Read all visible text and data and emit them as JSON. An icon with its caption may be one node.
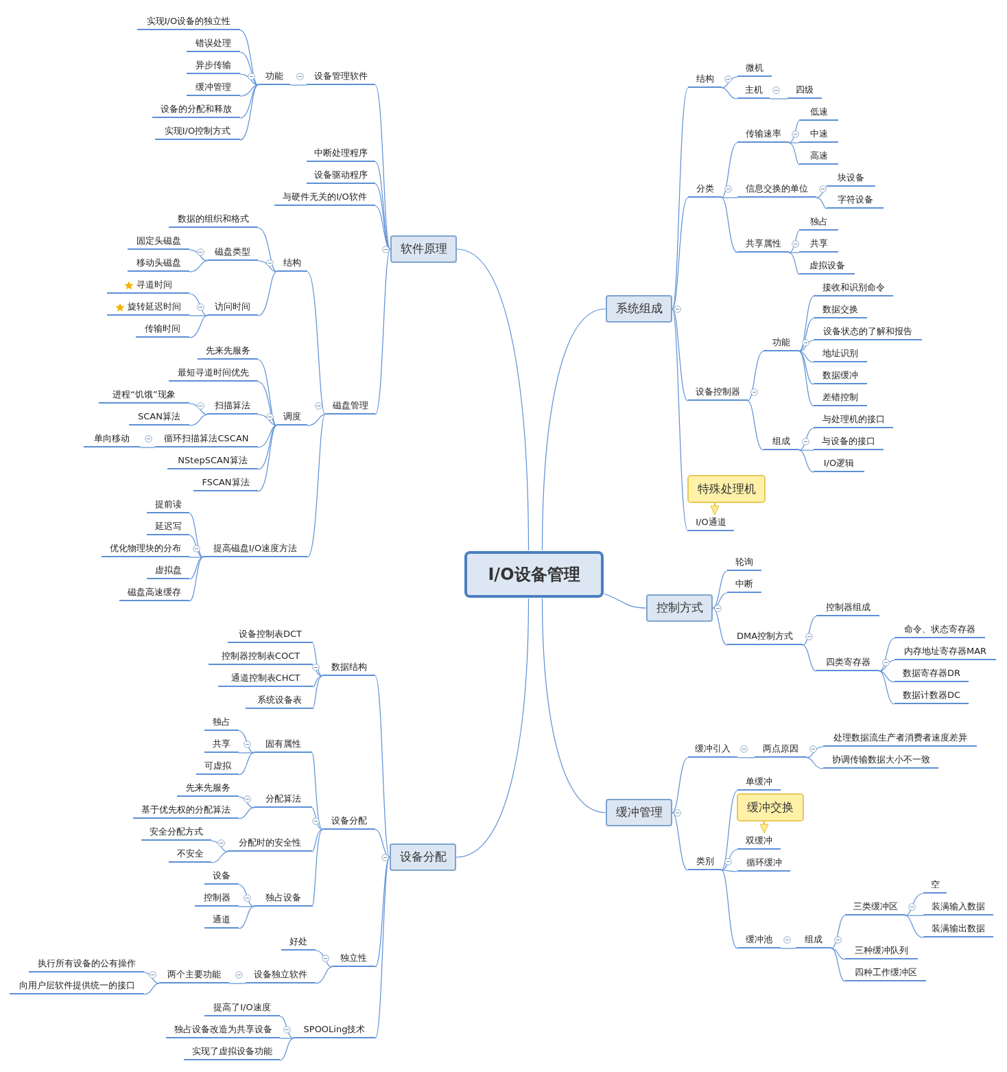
{
  "diagram": {
    "nodes": [
      {
        "text": [
          "I/O设备管理"
        ]
      },
      {
        "text": [
          "软件原理"
        ]
      },
      {
        "text": [
          "设备管理软件"
        ]
      },
      {
        "text": [
          "功能"
        ]
      },
      {
        "text": [
          "实现I/O设备的独立性"
        ]
      },
      {
        "text": [
          "错误处理"
        ]
      },
      {
        "text": [
          "异步传输"
        ]
      },
      {
        "text": [
          "缓冲管理"
        ]
      },
      {
        "text": [
          "设备的分配和释放"
        ]
      },
      {
        "text": [
          "实现I/O控制方式"
        ]
      },
      {
        "text": [
          "中断处理程序"
        ]
      },
      {
        "text": [
          "设备驱动程序"
        ]
      },
      {
        "text": [
          "与硬件无关的I/O软件"
        ]
      },
      {
        "text": [
          "磁盘管理"
        ]
      },
      {
        "text": [
          "结构"
        ]
      },
      {
        "text": [
          "数据的组织和格式"
        ]
      },
      {
        "text": [
          "磁盘类型"
        ]
      },
      {
        "text": [
          "固定头磁盘"
        ]
      },
      {
        "text": [
          "移动头磁盘"
        ]
      },
      {
        "text": [
          "访问时间"
        ]
      },
      {
        "text": [
          "寻道时间"
        ]
      },
      {
        "text": [
          "旋转延迟时间"
        ]
      },
      {
        "text": [
          "传输时间"
        ]
      },
      {
        "text": [
          "调度"
        ]
      },
      {
        "text": [
          "先来先服务"
        ]
      },
      {
        "text": [
          "最短寻道时间优先"
        ]
      },
      {
        "text": [
          "扫描算法"
        ]
      },
      {
        "text": [
          "进程“饥饿”现象"
        ]
      },
      {
        "text": [
          "SCAN算法"
        ]
      },
      {
        "text": [
          "循环扫描算法CSCAN"
        ]
      },
      {
        "text": [
          "单向移动"
        ]
      },
      {
        "text": [
          "NStepSCAN算法"
        ]
      },
      {
        "text": [
          "FSCAN算法"
        ]
      },
      {
        "text": [
          "提高磁盘I/O速度方法"
        ]
      },
      {
        "text": [
          "提前读"
        ]
      },
      {
        "text": [
          "延迟写"
        ]
      },
      {
        "text": [
          "优化物理块的分布"
        ]
      },
      {
        "text": [
          "虚拟盘"
        ]
      },
      {
        "text": [
          "磁盘高速缓存"
        ]
      },
      {
        "text": [
          "设备分配"
        ]
      },
      {
        "text": [
          "数据结构"
        ]
      },
      {
        "text": [
          "设备控制表DCT"
        ]
      },
      {
        "text": [
          "控制器控制表COCT"
        ]
      },
      {
        "text": [
          "通道控制表CHCT"
        ]
      },
      {
        "text": [
          "系统设备表"
        ]
      },
      {
        "text": [
          "设备分配"
        ]
      },
      {
        "text": [
          "固有属性"
        ]
      },
      {
        "text": [
          "独占"
        ]
      },
      {
        "text": [
          "共享"
        ]
      },
      {
        "text": [
          "可虚拟"
        ]
      },
      {
        "text": [
          "分配算法"
        ]
      },
      {
        "text": [
          "先来先服务"
        ]
      },
      {
        "text": [
          "基于优先权的分配算法"
        ]
      },
      {
        "text": [
          "分配时的安全性"
        ]
      },
      {
        "text": [
          "安全分配方式"
        ]
      },
      {
        "text": [
          "不安全"
        ]
      },
      {
        "text": [
          "独占设备"
        ]
      },
      {
        "text": [
          "设备"
        ]
      },
      {
        "text": [
          "控制器"
        ]
      },
      {
        "text": [
          "通道"
        ]
      },
      {
        "text": [
          "独立性"
        ]
      },
      {
        "text": [
          "好处"
        ]
      },
      {
        "text": [
          "设备独立软件"
        ]
      },
      {
        "text": [
          "两个主要功能"
        ]
      },
      {
        "text": [
          "执行所有设备的公有操作"
        ]
      },
      {
        "text": [
          "向用户层软件提供统一的接口"
        ]
      },
      {
        "text": [
          "SPOOLing技术"
        ]
      },
      {
        "text": [
          "提高了I/O速度"
        ]
      },
      {
        "text": [
          "独占设备改造为共享设备"
        ]
      },
      {
        "text": [
          "实现了虚拟设备功能"
        ]
      },
      {
        "text": [
          "系统组成"
        ]
      },
      {
        "text": [
          "结构"
        ]
      },
      {
        "text": [
          "微机"
        ]
      },
      {
        "text": [
          "主机"
        ]
      },
      {
        "text": [
          "四级"
        ]
      },
      {
        "text": [
          "分类"
        ]
      },
      {
        "text": [
          "传输速率"
        ]
      },
      {
        "text": [
          "低速"
        ]
      },
      {
        "text": [
          "中速"
        ]
      },
      {
        "text": [
          "高速"
        ]
      },
      {
        "text": [
          "信息交换的单位"
        ]
      },
      {
        "text": [
          "块设备"
        ]
      },
      {
        "text": [
          "字符设备"
        ]
      },
      {
        "text": [
          "共享属性"
        ]
      },
      {
        "text": [
          "独占"
        ]
      },
      {
        "text": [
          "共享"
        ]
      },
      {
        "text": [
          "虚拟设备"
        ]
      },
      {
        "text": [
          "设备控制器"
        ]
      },
      {
        "text": [
          "功能"
        ]
      },
      {
        "text": [
          "接收和识别命令"
        ]
      },
      {
        "text": [
          "数据交换"
        ]
      },
      {
        "text": [
          "设备状态的了解和报告"
        ]
      },
      {
        "text": [
          "地址识别"
        ]
      },
      {
        "text": [
          "数据缓冲"
        ]
      },
      {
        "text": [
          "差错控制"
        ]
      },
      {
        "text": [
          "组成"
        ]
      },
      {
        "text": [
          "与处理机的接口"
        ]
      },
      {
        "text": [
          "与设备的接口"
        ]
      },
      {
        "text": [
          "I/O逻辑"
        ]
      },
      {
        "text": [
          "I/O通道"
        ]
      },
      {
        "text": [
          "特殊处理机"
        ]
      },
      {
        "text": [
          "控制方式"
        ]
      },
      {
        "text": [
          "轮询"
        ]
      },
      {
        "text": [
          "中断"
        ]
      },
      {
        "text": [
          "DMA控制方式"
        ]
      },
      {
        "text": [
          "控制器组成"
        ]
      },
      {
        "text": [
          "四类寄存器"
        ]
      },
      {
        "text": [
          "命令、状态寄存器"
        ]
      },
      {
        "text": [
          "内存地址寄存器MAR"
        ]
      },
      {
        "text": [
          "数据寄存器DR"
        ]
      },
      {
        "text": [
          "数据计数器DC"
        ]
      },
      {
        "text": [
          "缓冲管理"
        ]
      },
      {
        "text": [
          "缓冲引入"
        ]
      },
      {
        "text": [
          "两点原因"
        ]
      },
      {
        "text": [
          "处理数据流生产者消费者速度差异"
        ]
      },
      {
        "text": [
          "协调传输数据大小不一致"
        ]
      },
      {
        "text": [
          "类别"
        ]
      },
      {
        "text": [
          "单缓冲"
        ]
      },
      {
        "text": [
          "缓冲交换"
        ]
      },
      {
        "text": [
          "双缓冲"
        ]
      },
      {
        "text": [
          "循环缓冲"
        ]
      },
      {
        "text": [
          "缓冲池"
        ]
      },
      {
        "text": [
          "组成"
        ]
      },
      {
        "text": [
          "三类缓冲区"
        ]
      },
      {
        "text": [
          "空"
        ]
      },
      {
        "text": [
          "装满输入数据"
        ]
      },
      {
        "text": [
          "装满输出数据"
        ]
      },
      {
        "text": [
          "三种缓冲队列"
        ]
      },
      {
        "text": [
          "四种工作缓冲区"
        ]
      }
    ],
    "edges": [
      {
        "from": 0,
        "to": 1,
        "arrow": "none"
      },
      {
        "from": 0,
        "to": 39,
        "arrow": "none"
      },
      {
        "from": 0,
        "to": 70,
        "arrow": "none"
      },
      {
        "from": 0,
        "to": 101,
        "arrow": "none"
      },
      {
        "from": 0,
        "to": 111,
        "arrow": "none"
      },
      {
        "from": 1,
        "to": 2,
        "arrow": "none"
      },
      {
        "from": 2,
        "to": 3,
        "arrow": "none"
      },
      {
        "from": 3,
        "to": 4,
        "arrow": "none"
      },
      {
        "from": 3,
        "to": 5,
        "arrow": "none"
      },
      {
        "from": 3,
        "to": 6,
        "arrow": "none"
      },
      {
        "from": 3,
        "to": 7,
        "arrow": "none"
      },
      {
        "from": 3,
        "to": 8,
        "arrow": "none"
      },
      {
        "from": 3,
        "to": 9,
        "arrow": "none"
      },
      {
        "from": 1,
        "to": 10,
        "arrow": "none"
      },
      {
        "from": 1,
        "to": 11,
        "arrow": "none"
      },
      {
        "from": 1,
        "to": 12,
        "arrow": "none"
      },
      {
        "from": 1,
        "to": 13,
        "arrow": "none"
      },
      {
        "from": 13,
        "to": 14,
        "arrow": "none"
      },
      {
        "from": 14,
        "to": 15,
        "arrow": "none"
      },
      {
        "from": 14,
        "to": 16,
        "arrow": "none"
      },
      {
        "from": 16,
        "to": 17,
        "arrow": "none"
      },
      {
        "from": 16,
        "to": 18,
        "arrow": "none"
      },
      {
        "from": 14,
        "to": 19,
        "arrow": "none"
      },
      {
        "from": 19,
        "to": 20,
        "arrow": "none"
      },
      {
        "from": 19,
        "to": 21,
        "arrow": "none"
      },
      {
        "from": 19,
        "to": 22,
        "arrow": "none"
      },
      {
        "from": 13,
        "to": 23,
        "arrow": "none"
      },
      {
        "from": 23,
        "to": 24,
        "arrow": "none"
      },
      {
        "from": 23,
        "to": 25,
        "arrow": "none"
      },
      {
        "from": 23,
        "to": 26,
        "arrow": "none"
      },
      {
        "from": 26,
        "to": 27,
        "arrow": "none"
      },
      {
        "from": 26,
        "to": 28,
        "arrow": "none"
      },
      {
        "from": 23,
        "to": 29,
        "arrow": "none"
      },
      {
        "from": 29,
        "to": 30,
        "arrow": "none"
      },
      {
        "from": 23,
        "to": 31,
        "arrow": "none"
      },
      {
        "from": 23,
        "to": 32,
        "arrow": "none"
      },
      {
        "from": 13,
        "to": 33,
        "arrow": "none"
      },
      {
        "from": 33,
        "to": 34,
        "arrow": "none"
      },
      {
        "from": 33,
        "to": 35,
        "arrow": "none"
      },
      {
        "from": 33,
        "to": 36,
        "arrow": "none"
      },
      {
        "from": 33,
        "to": 37,
        "arrow": "none"
      },
      {
        "from": 33,
        "to": 38,
        "arrow": "none"
      },
      {
        "from": 39,
        "to": 40,
        "arrow": "none"
      },
      {
        "from": 40,
        "to": 41,
        "arrow": "none"
      },
      {
        "from": 40,
        "to": 42,
        "arrow": "none"
      },
      {
        "from": 40,
        "to": 43,
        "arrow": "none"
      },
      {
        "from": 40,
        "to": 44,
        "arrow": "none"
      },
      {
        "from": 39,
        "to": 45,
        "arrow": "none"
      },
      {
        "from": 45,
        "to": 46,
        "arrow": "none"
      },
      {
        "from": 46,
        "to": 47,
        "arrow": "none"
      },
      {
        "from": 46,
        "to": 48,
        "arrow": "none"
      },
      {
        "from": 46,
        "to": 49,
        "arrow": "none"
      },
      {
        "from": 45,
        "to": 50,
        "arrow": "none"
      },
      {
        "from": 50,
        "to": 51,
        "arrow": "none"
      },
      {
        "from": 50,
        "to": 52,
        "arrow": "none"
      },
      {
        "from": 45,
        "to": 53,
        "arrow": "none"
      },
      {
        "from": 53,
        "to": 54,
        "arrow": "none"
      },
      {
        "from": 53,
        "to": 55,
        "arrow": "none"
      },
      {
        "from": 45,
        "to": 56,
        "arrow": "none"
      },
      {
        "from": 56,
        "to": 57,
        "arrow": "none"
      },
      {
        "from": 56,
        "to": 58,
        "arrow": "none"
      },
      {
        "from": 56,
        "to": 59,
        "arrow": "none"
      },
      {
        "from": 39,
        "to": 60,
        "arrow": "none"
      },
      {
        "from": 60,
        "to": 61,
        "arrow": "none"
      },
      {
        "from": 60,
        "to": 62,
        "arrow": "none"
      },
      {
        "from": 62,
        "to": 63,
        "arrow": "none"
      },
      {
        "from": 63,
        "to": 64,
        "arrow": "none"
      },
      {
        "from": 63,
        "to": 65,
        "arrow": "none"
      },
      {
        "from": 39,
        "to": 66,
        "arrow": "none"
      },
      {
        "from": 66,
        "to": 67,
        "arrow": "none"
      },
      {
        "from": 66,
        "to": 68,
        "arrow": "none"
      },
      {
        "from": 66,
        "to": 69,
        "arrow": "none"
      },
      {
        "from": 70,
        "to": 71,
        "arrow": "none"
      },
      {
        "from": 71,
        "to": 72,
        "arrow": "none"
      },
      {
        "from": 71,
        "to": 73,
        "arrow": "none"
      },
      {
        "from": 73,
        "to": 74,
        "arrow": "none"
      },
      {
        "from": 70,
        "to": 75,
        "arrow": "none"
      },
      {
        "from": 75,
        "to": 76,
        "arrow": "none"
      },
      {
        "from": 76,
        "to": 77,
        "arrow": "none"
      },
      {
        "from": 76,
        "to": 78,
        "arrow": "none"
      },
      {
        "from": 76,
        "to": 79,
        "arrow": "none"
      },
      {
        "from": 75,
        "to": 80,
        "arrow": "none"
      },
      {
        "from": 80,
        "to": 81,
        "arrow": "none"
      },
      {
        "from": 80,
        "to": 82,
        "arrow": "none"
      },
      {
        "from": 75,
        "to": 83,
        "arrow": "none"
      },
      {
        "from": 83,
        "to": 84,
        "arrow": "none"
      },
      {
        "from": 83,
        "to": 85,
        "arrow": "none"
      },
      {
        "from": 83,
        "to": 86,
        "arrow": "none"
      },
      {
        "from": 70,
        "to": 87,
        "arrow": "none"
      },
      {
        "from": 87,
        "to": 88,
        "arrow": "none"
      },
      {
        "from": 88,
        "to": 89,
        "arrow": "none"
      },
      {
        "from": 88,
        "to": 90,
        "arrow": "none"
      },
      {
        "from": 88,
        "to": 91,
        "arrow": "none"
      },
      {
        "from": 88,
        "to": 92,
        "arrow": "none"
      },
      {
        "from": 88,
        "to": 93,
        "arrow": "none"
      },
      {
        "from": 88,
        "to": 94,
        "arrow": "none"
      },
      {
        "from": 87,
        "to": 95,
        "arrow": "none"
      },
      {
        "from": 95,
        "to": 96,
        "arrow": "none"
      },
      {
        "from": 95,
        "to": 97,
        "arrow": "none"
      },
      {
        "from": 95,
        "to": 98,
        "arrow": "none"
      },
      {
        "from": 70,
        "to": 99,
        "arrow": "none"
      },
      {
        "from": 100,
        "to": 99,
        "arrow": "to",
        "color": "#e3bd3c"
      },
      {
        "from": 101,
        "to": 102,
        "arrow": "none"
      },
      {
        "from": 101,
        "to": 103,
        "arrow": "none"
      },
      {
        "from": 101,
        "to": 104,
        "arrow": "none"
      },
      {
        "from": 104,
        "to": 105,
        "arrow": "none"
      },
      {
        "from": 104,
        "to": 106,
        "arrow": "none"
      },
      {
        "from": 106,
        "to": 107,
        "arrow": "none"
      },
      {
        "from": 106,
        "to": 108,
        "arrow": "none"
      },
      {
        "from": 106,
        "to": 109,
        "arrow": "none"
      },
      {
        "from": 106,
        "to": 110,
        "arrow": "none"
      },
      {
        "from": 111,
        "to": 112,
        "arrow": "none"
      },
      {
        "from": 112,
        "to": 113,
        "arrow": "none"
      },
      {
        "from": 113,
        "to": 114,
        "arrow": "none"
      },
      {
        "from": 113,
        "to": 115,
        "arrow": "none"
      },
      {
        "from": 111,
        "to": 116,
        "arrow": "none"
      },
      {
        "from": 116,
        "to": 117,
        "arrow": "none"
      },
      {
        "from": 116,
        "to": 119,
        "arrow": "none"
      },
      {
        "from": 116,
        "to": 120,
        "arrow": "none"
      },
      {
        "from": 116,
        "to": 121,
        "arrow": "none"
      },
      {
        "from": 121,
        "to": 122,
        "arrow": "none"
      },
      {
        "from": 122,
        "to": 123,
        "arrow": "none"
      },
      {
        "from": 123,
        "to": 124,
        "arrow": "none"
      },
      {
        "from": 123,
        "to": 125,
        "arrow": "none"
      },
      {
        "from": 123,
        "to": 126,
        "arrow": "none"
      },
      {
        "from": 122,
        "to": 127,
        "arrow": "none"
      },
      {
        "from": 122,
        "to": 128,
        "arrow": "none"
      },
      {
        "from": 118,
        "to": 119,
        "arrow": "to",
        "color": "#e3bd3c"
      }
    ]
  }
}
